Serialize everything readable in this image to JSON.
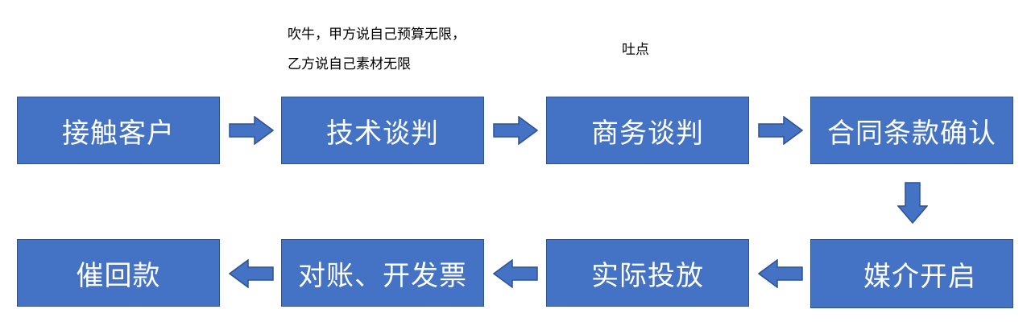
{
  "colors": {
    "box_fill": "#4472c4",
    "box_border": "#2f528f",
    "text": "#ffffff",
    "arrow": "#4472c4"
  },
  "notes": {
    "technical_line1": "吹牛，甲方说自己预算无限，",
    "technical_line2": "乙方说自己素材无限",
    "business": "吐点"
  },
  "steps": {
    "contact": "接触客户",
    "technical": "技术谈判",
    "business": "商务谈判",
    "contract": "合同条款确认",
    "media": "媒介开启",
    "delivery": "实际投放",
    "invoice": "对账、开发票",
    "collection": "催回款"
  }
}
